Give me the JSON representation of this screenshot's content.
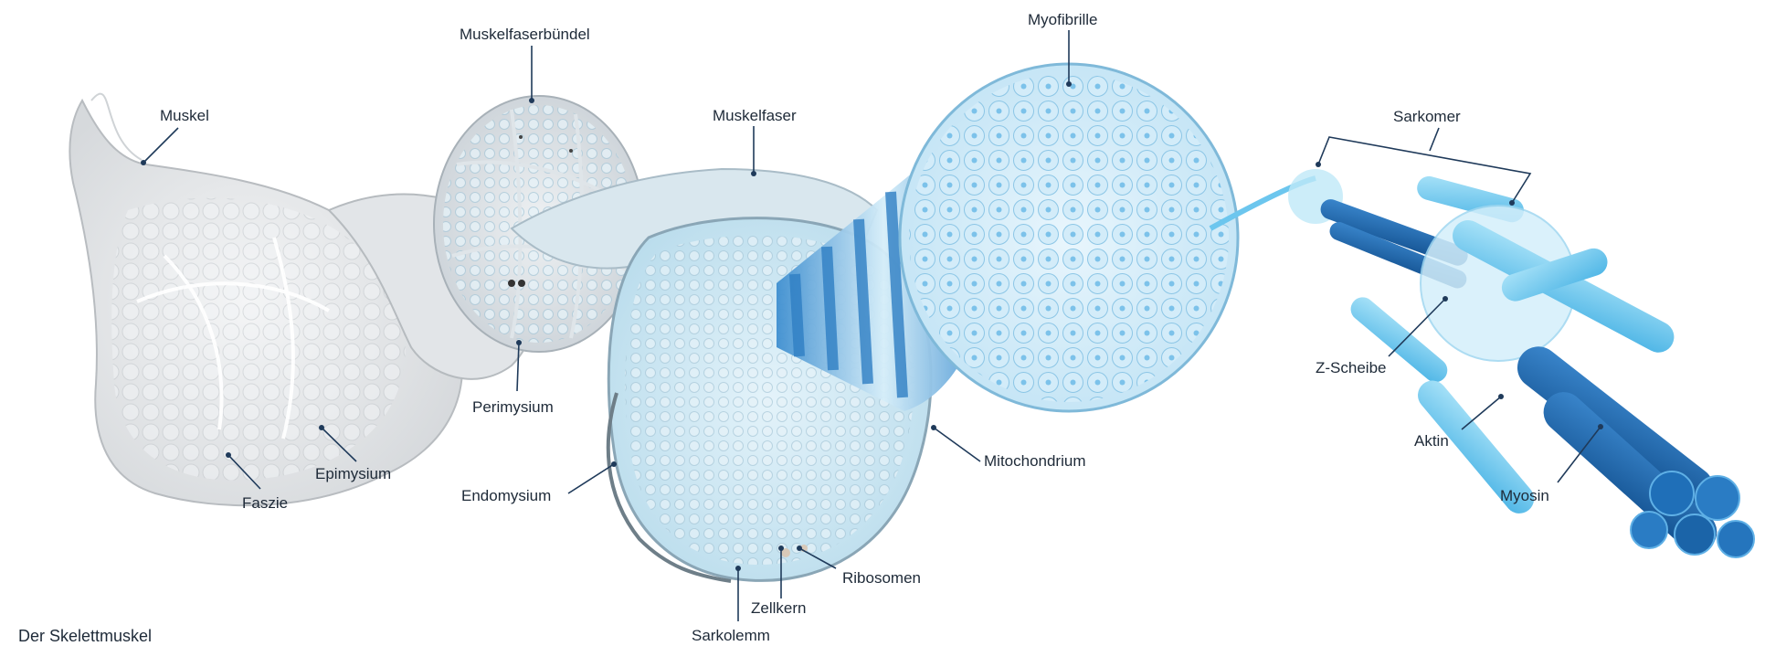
{
  "caption": "Der Skelettmuskel",
  "labels": {
    "muskelfaserbuendel": "Muskelfaserbündel",
    "myofibrille": "Myofibrille",
    "muskel": "Muskel",
    "muskelfaser": "Muskelfaser",
    "sarkomer": "Sarkomer",
    "perimysium": "Perimysium",
    "epimysium": "Epimysium",
    "faszie": "Faszie",
    "endomysium": "Endomysium",
    "mitochondrium": "Mitochondrium",
    "ribosomen": "Ribosomen",
    "zellkern": "Zellkern",
    "sarkolemm": "Sarkolemm",
    "z_scheibe": "Z-Scheibe",
    "aktin": "Aktin",
    "myosin": "Myosin"
  },
  "colors": {
    "leader_line": "#1f3a5a",
    "tissue_gray": "#d9dcdf",
    "fiber_light_blue": "#bfe3f3",
    "myofibril_blue": "#5db8e6",
    "myosin_dark_blue": "#1f6fb8",
    "actin_light_blue": "#7fd0f2"
  }
}
